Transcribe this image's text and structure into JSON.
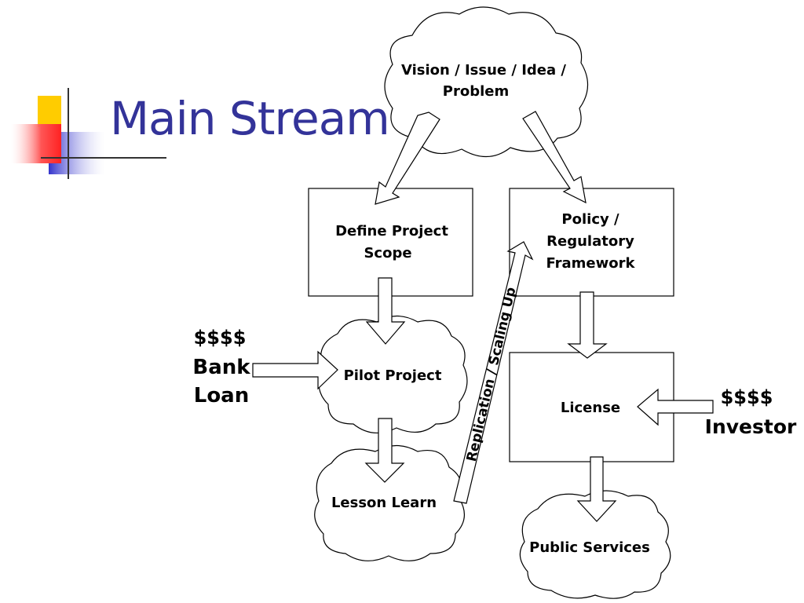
{
  "slide": {
    "title": "Main Stream"
  },
  "diagram": {
    "vision_line1": "Vision / Issue / Idea /",
    "vision_line2": "Problem",
    "define_line1": "Define Project",
    "define_line2": "Scope",
    "policy_line1": "Policy /",
    "policy_line2": "Regulatory",
    "policy_line3": "Framework",
    "pilot": "Pilot Project",
    "lesson": "Lesson Learn",
    "license": "License",
    "public": "Public Services",
    "replication": "Replication / Scaling Up",
    "bank_money": "$$$$",
    "bank_line1": "Bank",
    "bank_line2": "Loan",
    "investor_money": "$$$$",
    "investor": "Investor"
  },
  "colors": {
    "title": "#333399",
    "logo_yellow": "#FFCC00",
    "logo_red": "#FF3333",
    "logo_blue": "#3333CC"
  }
}
